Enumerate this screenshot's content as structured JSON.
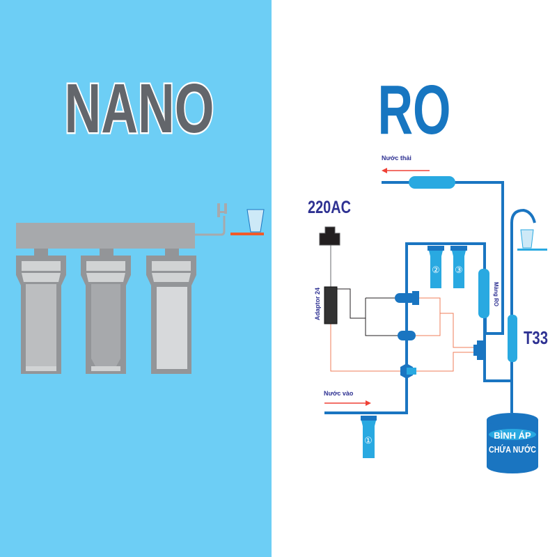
{
  "left": {
    "title": "NANO",
    "bg": "#6dcef5",
    "title_color": "#63666b"
  },
  "right": {
    "title": "RO",
    "title_color": "#1776c1",
    "waste_label": "Nước thải",
    "power_label": "220AC",
    "adaptor_label": "Adaptor 24",
    "membrane_label": "Màng RO",
    "t33_label": "T33",
    "inlet_label": "Nước vào",
    "tank_line1": "BÌNH ÁP",
    "tank_line2": "CHỨA NƯỚC",
    "filter1": "①",
    "filter2": "②",
    "filter3": "③",
    "pipe_color": "#1a75c1",
    "light_color": "#29a9e1",
    "text_color": "#2e3192",
    "wire_color": "#ef7c5a"
  }
}
